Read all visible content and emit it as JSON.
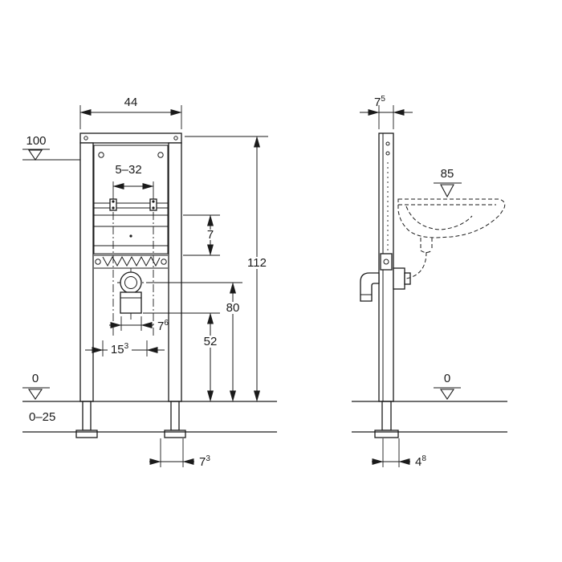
{
  "colors": {
    "line": "#1a1a1a",
    "background": "#ffffff"
  },
  "front_view": {
    "width_top": "44",
    "level_top": "100",
    "adjust_range": "5–32",
    "offset_rail": "7",
    "height_total": "112",
    "height_trap_center": "80",
    "height_drain": "52",
    "drain_width": {
      "base": "7",
      "sup": "6"
    },
    "pipe_spacing": {
      "base": "15",
      "sup": "3"
    },
    "level_floor": "0",
    "floor_buildup": "0–25",
    "foot_depth": {
      "base": "7",
      "sup": "3"
    }
  },
  "side_view": {
    "profile_depth": {
      "base": "7",
      "sup": "5"
    },
    "level_basin": "85",
    "level_floor": "0",
    "foot_offset": {
      "base": "4",
      "sup": "8"
    }
  }
}
